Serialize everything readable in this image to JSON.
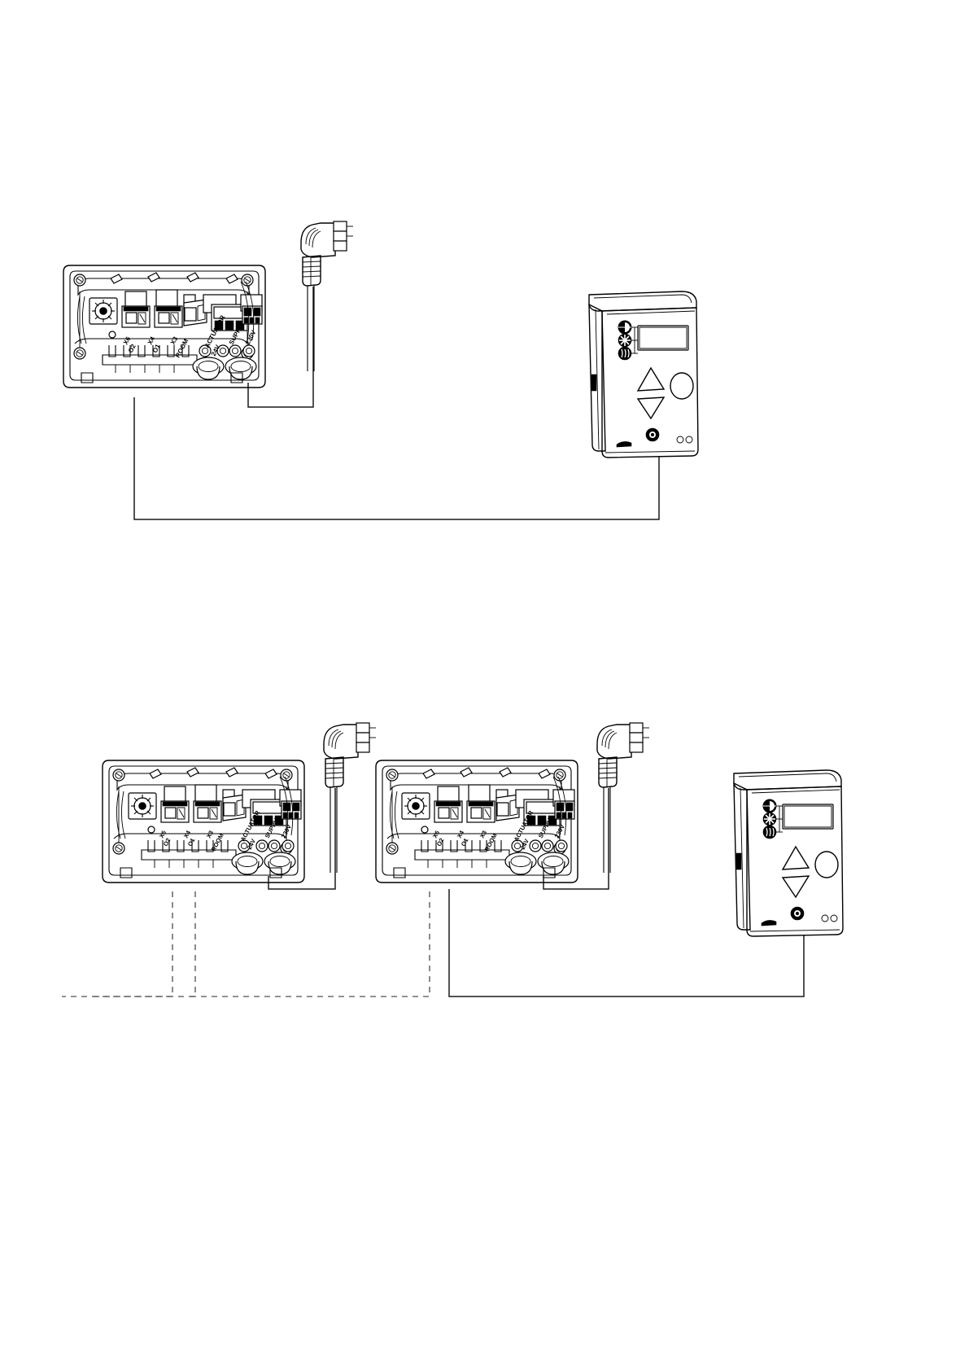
{
  "document": {
    "type": "installation-wiring-diagram",
    "page_background": "#ffffff",
    "line_color": "#000000",
    "dashed_line_color": "#6e6e6e"
  },
  "figures": [
    {
      "id": "figure-single-zone",
      "name": "single-controller-layout",
      "controllers": 1,
      "thermostats": 1,
      "power_plugs": 1
    },
    {
      "id": "figure-multi-zone",
      "name": "dual-controller-layout",
      "controllers": 2,
      "thermostats": 1,
      "power_plugs": 2
    }
  ],
  "controller": {
    "name": "control-unit-open-housing",
    "terminal_labels": [
      {
        "code": "X6",
        "name": "O2"
      },
      {
        "code": "X4",
        "name": "O1"
      },
      {
        "code": "X3",
        "name": "ROOM"
      }
    ],
    "connector_labels": [
      {
        "line1": "ACTUATOR",
        "line2": "24V"
      },
      {
        "line1": "SUPPLY",
        "line2": "230V"
      }
    ],
    "components": {
      "potentiometer": "rotary-trimmer-dial",
      "screw_terminals": 3,
      "power_connector": "3-pole-terminal-block",
      "fuse_block": "2-pole-terminal-block",
      "cable_glands": 2,
      "mounting_screws": 4
    }
  },
  "thermostat": {
    "name": "room-thermostat-display-unit",
    "display": "lcd-screen",
    "status_icons": [
      {
        "name": "power-icon",
        "glyph": "◑"
      },
      {
        "name": "snowflake-icon",
        "glyph": "❄"
      },
      {
        "name": "heat-icon",
        "glyph": "☀"
      }
    ],
    "buttons": [
      {
        "name": "up-arrow-button",
        "shape": "triangle-up"
      },
      {
        "name": "down-arrow-button",
        "shape": "triangle-down"
      },
      {
        "name": "mode-button",
        "shape": "circle"
      },
      {
        "name": "reset-button",
        "shape": "small-circle"
      }
    ],
    "indicator_leds": 2,
    "connector_slot": "bottom-edge-slot"
  },
  "power_plug": {
    "name": "angled-mains-plug",
    "style": "right-angle-schuko",
    "cable": "two-core-flex-cable"
  },
  "wiring": {
    "solid_wire_color": "#1a1a1a",
    "dashed_wire_color": "#6e6e6e",
    "solid_routes": [
      "controller-room-terminal-to-thermostat",
      "controller-supply-terminal-to-mains-plug"
    ],
    "dashed_routes": [
      "controller-1-output-o2-bus",
      "controller-1-output-o1-bus",
      "controller-2-room-bus"
    ]
  }
}
